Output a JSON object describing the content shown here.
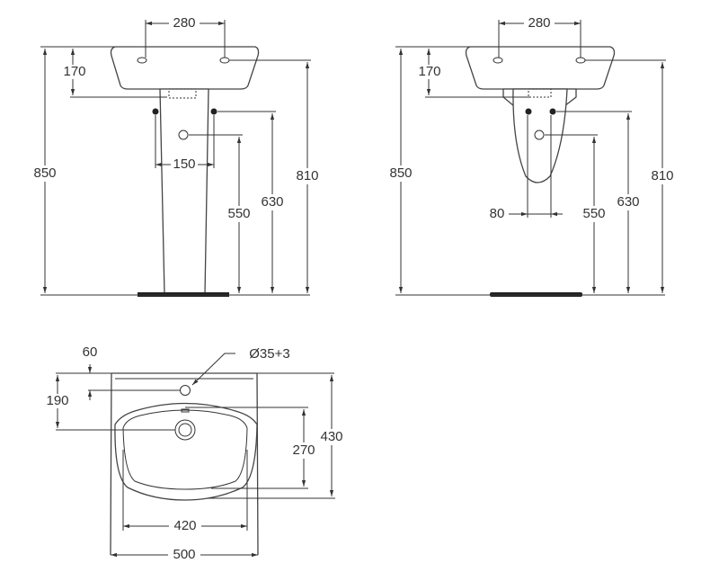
{
  "front_pedestal_view": {
    "tap_spacing": "280",
    "overflow_depth": "170",
    "fixing_spacing": "150",
    "total_height": "850",
    "waste_height": "550",
    "fixing_height": "630",
    "tap_height": "810"
  },
  "front_semi_pedestal_view": {
    "tap_spacing": "280",
    "overflow_depth": "170",
    "fixing_spacing": "80",
    "total_height": "850",
    "waste_height": "550",
    "fixing_height": "630",
    "tap_height": "810"
  },
  "top_view": {
    "tap_hole_offset": "60",
    "drain_offset": "190",
    "tap_hole_diameter": "Ø35+3",
    "bowl_depth": "270",
    "total_depth": "430",
    "bowl_width": "420",
    "total_width": "500"
  }
}
